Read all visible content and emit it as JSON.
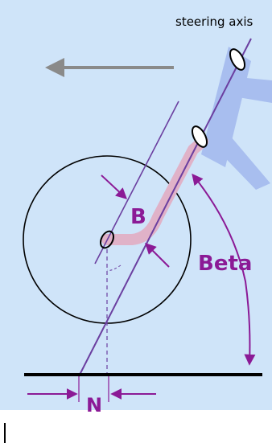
{
  "labels": {
    "steering_axis": "steering axis",
    "trail": "N",
    "offset": "B",
    "rake_angle": "Beta"
  },
  "colors": {
    "background": "#cfe4f9",
    "white_bg": "#ffffff",
    "accent": "#8b1a96",
    "fork": "#e0b2c8",
    "frame": "#9bb2ec",
    "direction_arrow": "#8a8a8a",
    "line": "#000000"
  },
  "icons": {
    "direction": "left-arrow-icon"
  }
}
